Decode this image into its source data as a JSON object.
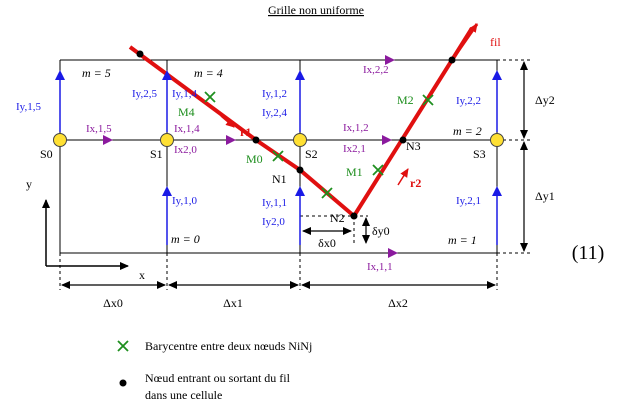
{
  "title": "Grille non uniforme",
  "equation_number": "(11)",
  "wire_label": "fil",
  "cells": {
    "m5": "m = 5",
    "m4": "m = 4",
    "m0": "m = 0",
    "m1": "m = 1",
    "m2": "m = 2"
  },
  "nodes_s": [
    "S0",
    "S1",
    "S2",
    "S3"
  ],
  "nodes_n": [
    "N1",
    "N2",
    "N3"
  ],
  "barycenters": [
    "M4",
    "M0",
    "M1",
    "M2"
  ],
  "r_labels": [
    "r1",
    "r2"
  ],
  "currents_y": [
    "Iy,1,5",
    "Iy,2,5",
    "Iy,1,4",
    "Iy,1,2",
    "Iy,2,4",
    "Iy,2,2",
    "Iy,1,0",
    "Iy,1,1",
    "Iy2,0",
    "Iy,2,1"
  ],
  "currents_x": [
    "Ix,1,5",
    "Ix,1,4",
    "Ix2,0",
    "Ix,1,2",
    "Ix2,1",
    "Ix,2,2",
    "Ix,1,1"
  ],
  "dims": {
    "dx0": "Δx0",
    "dx1": "Δx1",
    "dx2": "Δx2",
    "dy1": "Δy1",
    "dy2": "Δy2",
    "ddx0": "δx0",
    "ddy0": "δy0"
  },
  "axes": {
    "x": "x",
    "y": "y"
  },
  "legend": {
    "barycenter": "Barycentre entre deux nœuds NiNj",
    "node_line1": "Nœud entrant ou sortant du fil",
    "node_line2": "dans une cellule"
  },
  "colors": {
    "wire": "#e01010",
    "current_y": "#1a1ae6",
    "current_x": "#8b1a9e",
    "barycenter": "#1f8f1f",
    "node_s": "#ffe033"
  }
}
